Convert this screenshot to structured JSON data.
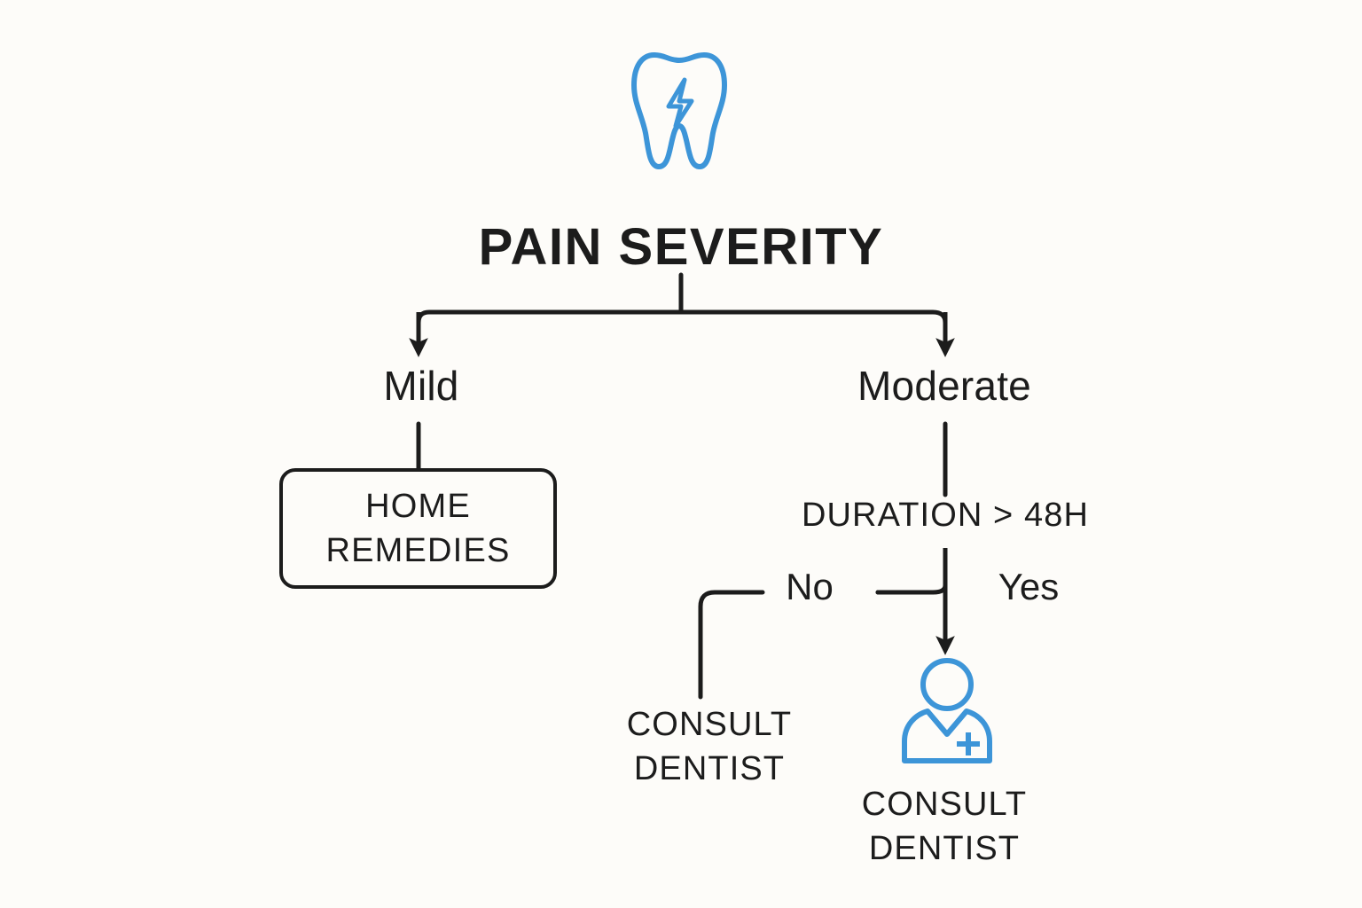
{
  "diagram": {
    "title": "PAIN SEVERITY",
    "background_color": "#fdfcf9",
    "line_color": "#1c1c1c",
    "accent_color": "#3d95d8",
    "root_icon": "tooth-lightning-icon",
    "branches": {
      "left_label": "Mild",
      "right_label": "Moderate"
    },
    "mild_outcome": "HOME\nREMEDIES",
    "decision": "DURATION > 48H",
    "decision_no_label": "No",
    "decision_yes_label": "Yes",
    "no_outcome": "CONSULT\nDENTIST",
    "yes_outcome": "CONSULT\nDENTIST",
    "yes_outcome_icon": "dentist-person-plus-icon"
  }
}
